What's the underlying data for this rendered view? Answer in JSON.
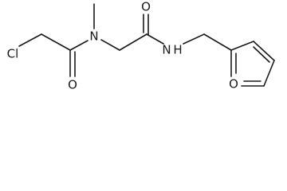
{
  "molecule": {
    "atoms": {
      "chlorine": "Cl",
      "carbonyl_oxygen_1": "O",
      "amide_nitrogen_1": "N",
      "carbonyl_oxygen_2": "O",
      "amide_nitrogen_2": "N",
      "amide_hydrogen": "H",
      "furan_oxygen": "O"
    }
  }
}
